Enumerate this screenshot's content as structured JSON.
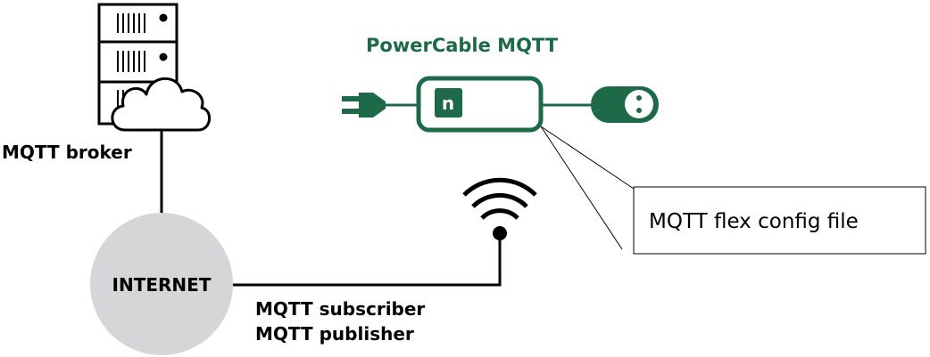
{
  "device": {
    "title": "PowerCable MQTT",
    "logo_letter": "n"
  },
  "labels": {
    "broker": "MQTT broker",
    "internet": "INTERNET",
    "subscriber": "MQTT subscriber",
    "publisher": "MQTT publisher"
  },
  "callout": {
    "text": "MQTT flex config file"
  },
  "colors": {
    "device_green": "#1e6a48",
    "internet_gray": "#d6d6d8",
    "line": "#000000"
  },
  "icons": {
    "broker": "server-rack-icon",
    "cloud": "cloud-icon",
    "wifi": "wifi-icon",
    "plug": "power-plug-icon",
    "socket": "power-socket-icon"
  }
}
